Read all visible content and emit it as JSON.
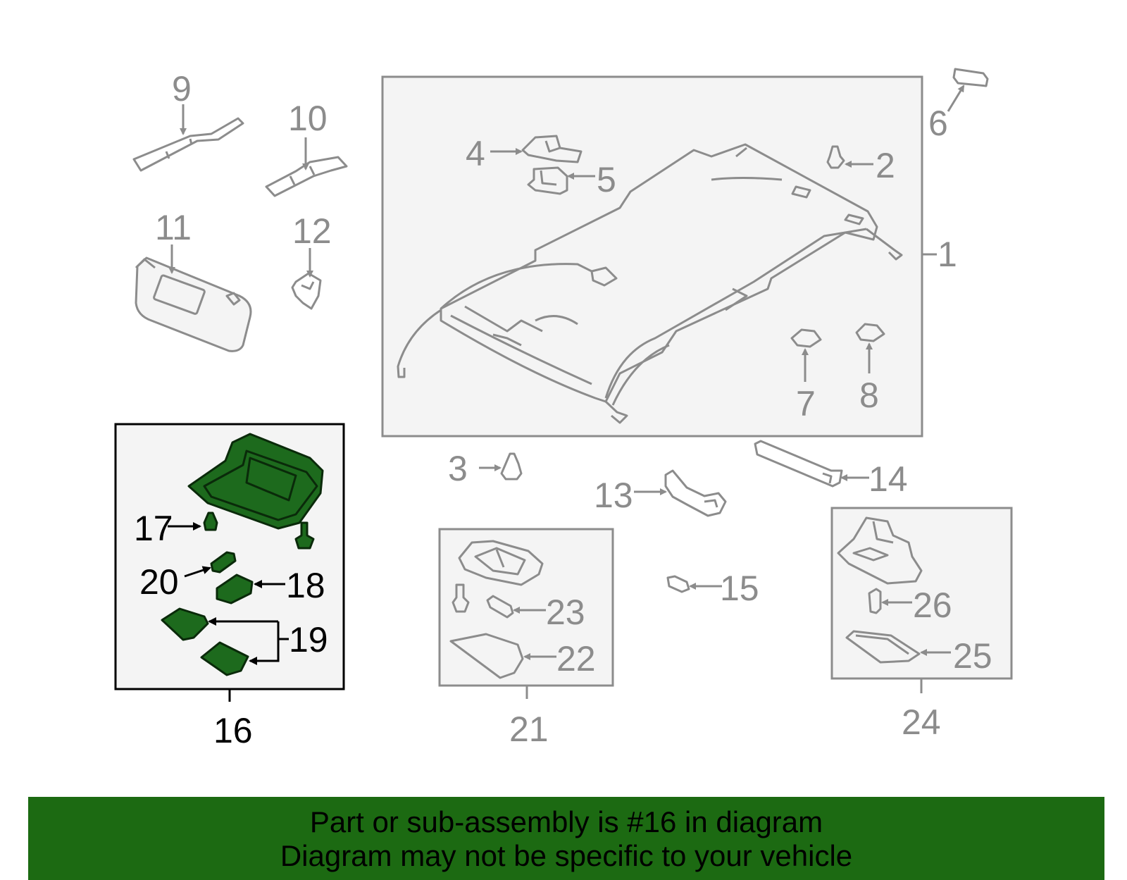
{
  "callouts": {
    "c1": "1",
    "c2": "2",
    "c3": "3",
    "c4": "4",
    "c5": "5",
    "c6": "6",
    "c7": "7",
    "c8": "8",
    "c9": "9",
    "c10": "10",
    "c11": "11",
    "c12": "12",
    "c13": "13",
    "c14": "14",
    "c15": "15",
    "c16": "16",
    "c17": "17",
    "c18": "18",
    "c19": "19",
    "c20": "20",
    "c21": "21",
    "c22": "22",
    "c23": "23",
    "c24": "24",
    "c25": "25",
    "c26": "26"
  },
  "highlight_assembly": "16",
  "colors": {
    "highlight": "#1d6a1d",
    "banner": "#1c6a12",
    "parts": "#8c8c8c"
  },
  "banner": {
    "line1": "Part or sub-assembly is #16 in diagram",
    "line2": "Diagram may not be specific to your vehicle"
  }
}
